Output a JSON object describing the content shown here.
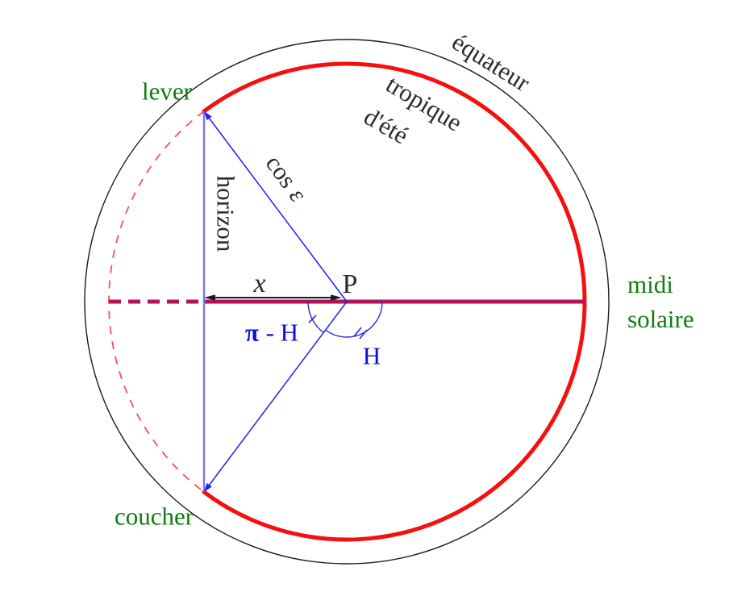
{
  "labels": {
    "lever": "lever",
    "coucher": "coucher",
    "midi_line1": "midi",
    "midi_line2": "solaire",
    "equateur": "équateur",
    "tropique": "tropique",
    "dete": "d'été",
    "horizon": "horizon",
    "cos": "cos",
    "epsilon": "ε",
    "x": "x",
    "P": "P",
    "pi": "π",
    "minus_H": "- H",
    "H": "H"
  },
  "colors": {
    "label_green": "#0f7d0f",
    "tropic_red": "#f50f0f",
    "tropic_dashed_red": "#f85050",
    "noon_crimson": "#b21457",
    "ray_blue": "#1f1fff",
    "horizon_blue": "#7575f2",
    "angle_blue": "#2a2ae0",
    "text_blue": "#0d0ddd",
    "outline_black": "#1b1b1b"
  }
}
